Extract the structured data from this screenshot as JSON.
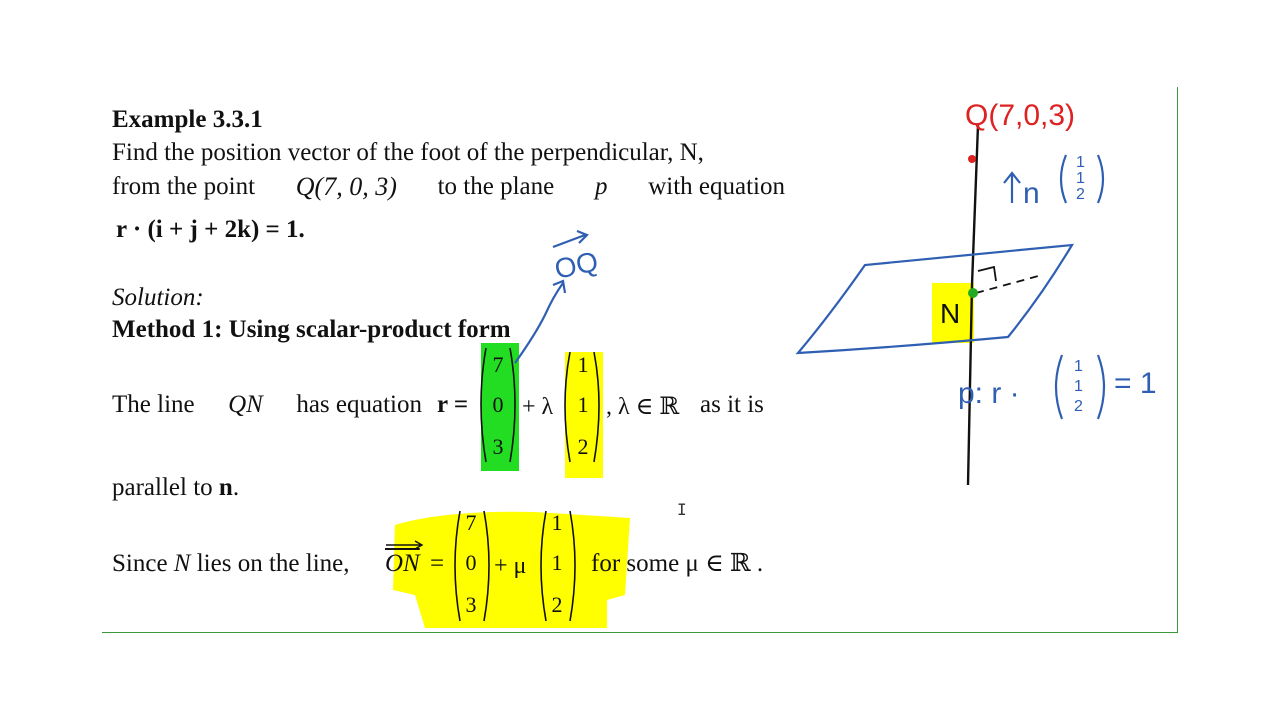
{
  "example": {
    "title": "Example 3.3.1",
    "line1": "Find the position vector of the foot of the perpendicular, N,",
    "line2_a": "from the point",
    "line2_point": "Q(7, 0, 3)",
    "line2_b": "to the plane",
    "line2_p": "p",
    "line2_c": "with equation",
    "equation": "r · (i + j + 2k) = 1."
  },
  "solution": {
    "label": "Solution:",
    "method": "Method 1: Using scalar-product form",
    "line_a": "The line",
    "line_qn": "QN",
    "line_b": "has equation",
    "r_eq": "r =",
    "plus_lambda": "+ λ",
    "lambda_in_r": ", λ ∈ ℝ",
    "line_c": "as it is",
    "parallel": "parallel to",
    "n_bold": "n",
    "period": ".",
    "since_a": "Since",
    "since_n": "N",
    "since_b": "lies on the line,",
    "on_vec": "ON",
    "equals": "=",
    "plus_mu": "+ μ",
    "for_some": "for some μ ∈ ℝ .",
    "vec1": [
      "7",
      "0",
      "3"
    ],
    "vec2": [
      "1",
      "1",
      "2"
    ]
  },
  "annotations": {
    "oq": "OQ",
    "q_point": "Q(7,0,3)",
    "n_label": "N",
    "n_vec_label": "n",
    "n_vec": [
      "1",
      "1",
      "2"
    ],
    "plane_eq_label": "p: r ·",
    "plane_eq_rhs": "= 1"
  },
  "colors": {
    "green_highlight": "#22dd22",
    "yellow_highlight": "#ffff00",
    "ink_blue": "#2f5fb3",
    "ink_red": "#dd2222",
    "ink_black": "#111111",
    "frame_green": "#3a9a3a"
  },
  "cursor": "I"
}
